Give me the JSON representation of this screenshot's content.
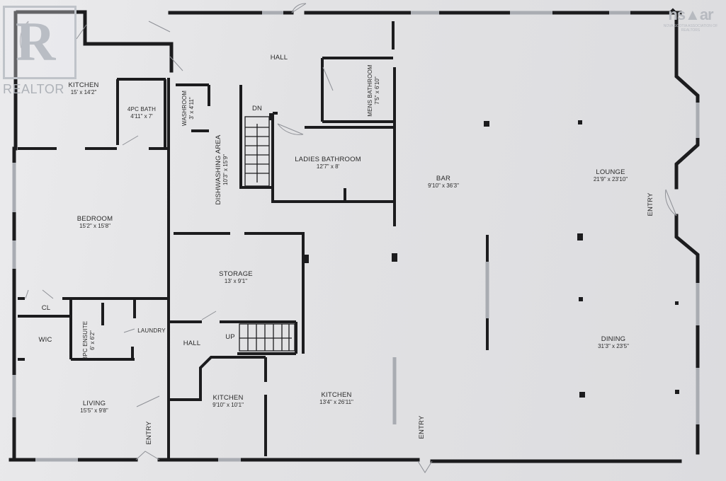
{
  "logos": {
    "realtor_text": "REALTOR",
    "assoc_mark": "ns▲ar",
    "assoc_text": "NOVA SCOTIA ASSOCIATION OF REALTORS"
  },
  "rooms": {
    "kitchen_tl": {
      "name": "KITCHEN",
      "dims": "15' x 14'2\""
    },
    "bath_4pc": {
      "name": "4PC BATH",
      "dims": "4'11\" x 7'"
    },
    "washroom": {
      "name": "WASHROOM",
      "dims": "3' x 4'11\""
    },
    "hall_top": {
      "name": "HALL"
    },
    "mens_bath": {
      "name": "MENS BATHROOM",
      "dims": "7'5\" x 6'10\""
    },
    "dn": {
      "name": "DN"
    },
    "ladies_bath": {
      "name": "LADIES BATHROOM",
      "dims": "12'7\" x 8'"
    },
    "dishwashing": {
      "name": "DISHWASHING AREA",
      "dims": "10'3\" x 15'9\""
    },
    "bedroom": {
      "name": "BEDROOM",
      "dims": "15'2\" x 15'8\""
    },
    "bar": {
      "name": "BAR",
      "dims": "9'10\" x 36'3\""
    },
    "lounge": {
      "name": "LOUNGE",
      "dims": "21'9\" x 23'10\""
    },
    "storage": {
      "name": "STORAGE",
      "dims": "13' x 9'1\""
    },
    "cl": {
      "name": "CL"
    },
    "wic": {
      "name": "WIC"
    },
    "ensuite": {
      "name": "3PC ENSUITE",
      "dims": "6' x 6'2\""
    },
    "laundry": {
      "name": "LAUNDRY"
    },
    "hall_low": {
      "name": "HALL"
    },
    "up": {
      "name": "UP"
    },
    "living": {
      "name": "LIVING",
      "dims": "15'5\" x 9'8\""
    },
    "kitchen_small": {
      "name": "KITCHEN",
      "dims": "9'10\" x 10'1\""
    },
    "kitchen_big": {
      "name": "KITCHEN",
      "dims": "13'4\" x 26'11\""
    },
    "dining": {
      "name": "DINING",
      "dims": "31'3\" x 23'5\""
    }
  },
  "entries": {
    "right": "ENTRY",
    "bottom_left": "ENTRY",
    "bottom_mid": "ENTRY"
  },
  "colors": {
    "wall": "#1c1c1e",
    "window": "#a9acb2",
    "door_arc": "#8e9096",
    "paper": "#e4e4e6"
  }
}
